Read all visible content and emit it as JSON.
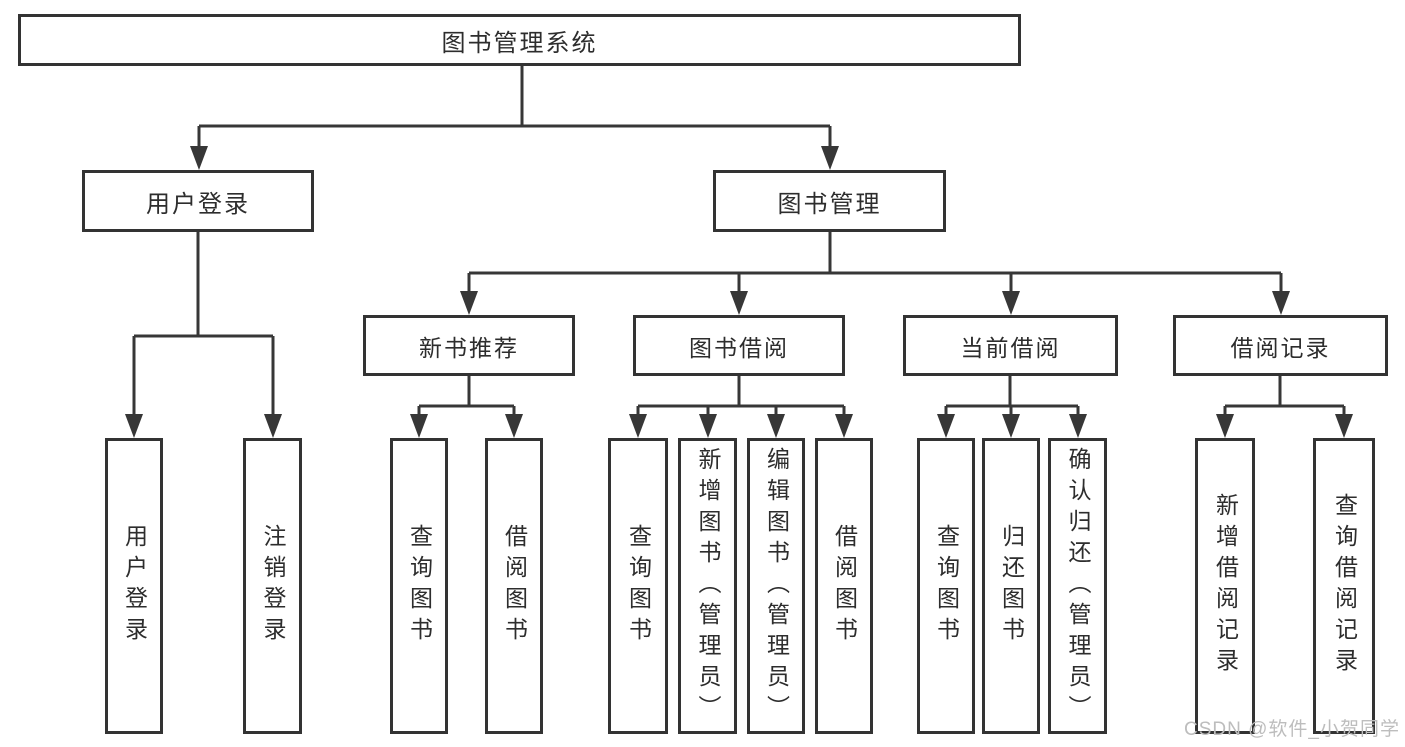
{
  "tree": {
    "label": "图书管理系统",
    "children": [
      {
        "label": "用户登录",
        "children": [
          {
            "label": "用户登录"
          },
          {
            "label": "注销登录"
          }
        ]
      },
      {
        "label": "图书管理",
        "children": [
          {
            "label": "新书推荐",
            "children": [
              {
                "label": "查询图书"
              },
              {
                "label": "借阅图书"
              }
            ]
          },
          {
            "label": "图书借阅",
            "children": [
              {
                "label": "查询图书"
              },
              {
                "label": "新增图书（管理员）"
              },
              {
                "label": "编辑图书（管理员）"
              },
              {
                "label": "借阅图书"
              }
            ]
          },
          {
            "label": "当前借阅",
            "children": [
              {
                "label": "查询图书"
              },
              {
                "label": "归还图书"
              },
              {
                "label": "确认归还（管理员）"
              }
            ]
          },
          {
            "label": "借阅记录",
            "children": [
              {
                "label": "新增借阅记录"
              },
              {
                "label": "查询借阅记录"
              }
            ]
          }
        ]
      }
    ]
  },
  "watermark": "CSDN @软件_小贺同学",
  "colors": {
    "line": "#373737",
    "box_border": "#333333",
    "text": "#2d2d2d",
    "watermark": "#bdbdbd",
    "background": "#ffffff"
  }
}
